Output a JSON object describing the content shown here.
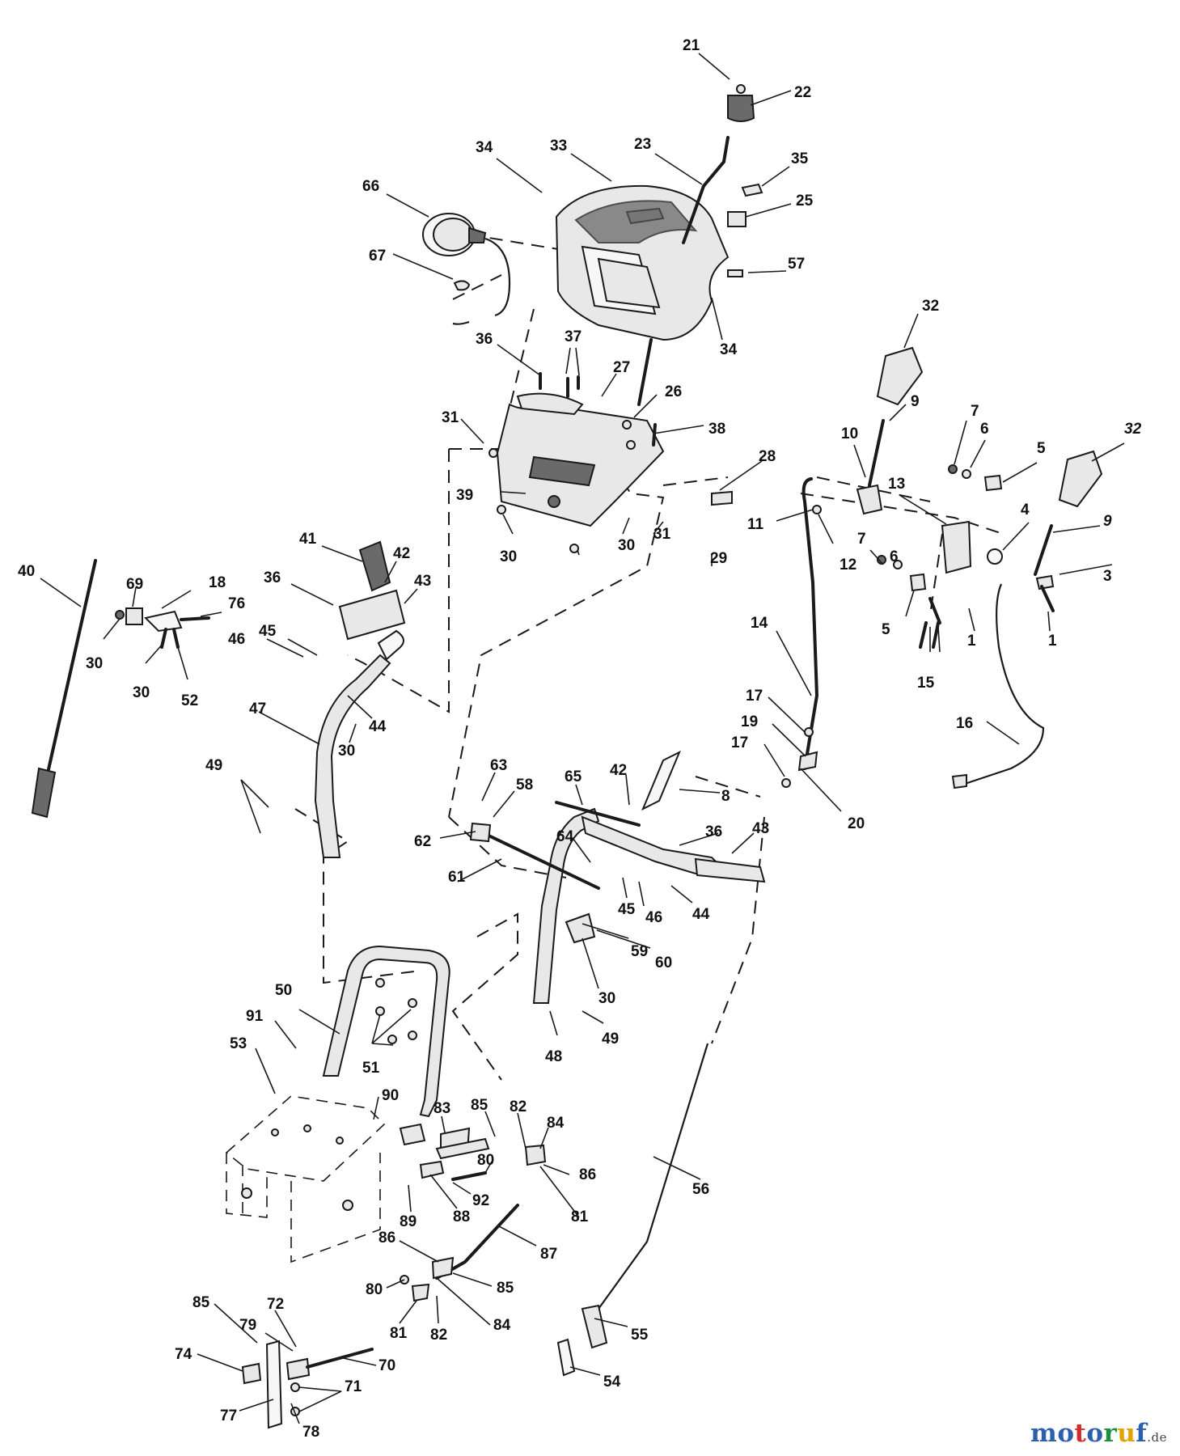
{
  "watermark": {
    "letters": [
      "m",
      "o",
      "t",
      "o",
      "r",
      "u",
      "f"
    ],
    "letter_colors": [
      "#2c5fb0",
      "#2c5fb0",
      "#d12a2a",
      "#2c5fb0",
      "#1e8f3a",
      "#e0a400",
      "#2c5fb0"
    ],
    "suffix": ".de"
  },
  "callouts": [
    {
      "text": "21"
    },
    {
      "text": "22"
    },
    {
      "text": "23"
    },
    {
      "text": "34"
    },
    {
      "text": "33"
    },
    {
      "text": "35"
    },
    {
      "text": "25"
    },
    {
      "text": "66"
    },
    {
      "text": "67"
    },
    {
      "text": "57"
    },
    {
      "text": "34"
    },
    {
      "text": "36"
    },
    {
      "text": "37"
    },
    {
      "text": "27"
    },
    {
      "text": "26"
    },
    {
      "text": "38"
    },
    {
      "text": "31"
    },
    {
      "text": "28"
    },
    {
      "text": "39"
    },
    {
      "text": "30"
    },
    {
      "text": "31"
    },
    {
      "text": "30"
    },
    {
      "text": "29"
    },
    {
      "text": "32"
    },
    {
      "text": "9"
    },
    {
      "text": "10"
    },
    {
      "text": "7"
    },
    {
      "text": "6"
    },
    {
      "text": "5"
    },
    {
      "text": "32"
    },
    {
      "text": "13"
    },
    {
      "text": "4"
    },
    {
      "text": "9"
    },
    {
      "text": "11"
    },
    {
      "text": "12"
    },
    {
      "text": "7"
    },
    {
      "text": "6"
    },
    {
      "text": "3"
    },
    {
      "text": "5"
    },
    {
      "text": "1"
    },
    {
      "text": "1"
    },
    {
      "text": "15"
    },
    {
      "text": "14"
    },
    {
      "text": "16"
    },
    {
      "text": "17"
    },
    {
      "text": "19"
    },
    {
      "text": "17"
    },
    {
      "text": "20"
    },
    {
      "text": "40"
    },
    {
      "text": "69"
    },
    {
      "text": "18"
    },
    {
      "text": "76"
    },
    {
      "text": "30"
    },
    {
      "text": "30"
    },
    {
      "text": "52"
    },
    {
      "text": "41"
    },
    {
      "text": "42"
    },
    {
      "text": "36"
    },
    {
      "text": "43"
    },
    {
      "text": "46"
    },
    {
      "text": "45"
    },
    {
      "text": "47"
    },
    {
      "text": "30"
    },
    {
      "text": "44"
    },
    {
      "text": "49"
    },
    {
      "text": "63"
    },
    {
      "text": "58"
    },
    {
      "text": "65"
    },
    {
      "text": "42"
    },
    {
      "text": "8"
    },
    {
      "text": "62"
    },
    {
      "text": "36"
    },
    {
      "text": "43"
    },
    {
      "text": "64"
    },
    {
      "text": "61"
    },
    {
      "text": "45"
    },
    {
      "text": "46"
    },
    {
      "text": "44"
    },
    {
      "text": "59"
    },
    {
      "text": "60"
    },
    {
      "text": "30"
    },
    {
      "text": "50"
    },
    {
      "text": "91"
    },
    {
      "text": "53"
    },
    {
      "text": "51"
    },
    {
      "text": "48"
    },
    {
      "text": "49"
    },
    {
      "text": "90"
    },
    {
      "text": "83"
    },
    {
      "text": "85"
    },
    {
      "text": "82"
    },
    {
      "text": "84"
    },
    {
      "text": "80"
    },
    {
      "text": "86"
    },
    {
      "text": "56"
    },
    {
      "text": "92"
    },
    {
      "text": "81"
    },
    {
      "text": "88"
    },
    {
      "text": "89"
    },
    {
      "text": "87"
    },
    {
      "text": "86"
    },
    {
      "text": "85"
    },
    {
      "text": "80"
    },
    {
      "text": "84"
    },
    {
      "text": "81"
    },
    {
      "text": "82"
    },
    {
      "text": "55"
    },
    {
      "text": "85"
    },
    {
      "text": "72"
    },
    {
      "text": "79"
    },
    {
      "text": "74"
    },
    {
      "text": "70"
    },
    {
      "text": "71"
    },
    {
      "text": "77"
    },
    {
      "text": "78"
    },
    {
      "text": "54"
    }
  ]
}
